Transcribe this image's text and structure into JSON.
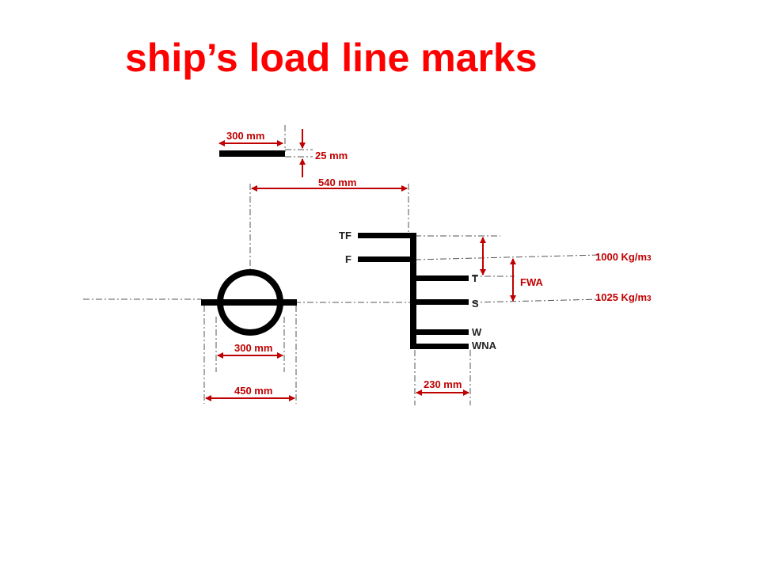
{
  "title": "ship’s load line marks",
  "colors": {
    "title": "#ff0000",
    "dimension": "#c00000",
    "marks": "#000000",
    "guide": "#555555"
  },
  "dimensions": {
    "line_length": "300 mm",
    "line_thickness": "25 mm",
    "disc_to_marks": "540 mm",
    "ring_inner": "300 mm",
    "ring_outer": "450 mm",
    "mark_length": "230 mm",
    "fwa": "FWA"
  },
  "densities": {
    "fresh_water": {
      "value": "1000 Kg/m",
      "exponent": "3"
    },
    "salt_water": {
      "value": "1025 Kg/m",
      "exponent": "3"
    }
  },
  "marks": {
    "tf": "TF",
    "f": "F",
    "t": "T",
    "s": "S",
    "w": "W",
    "wna": "WNA"
  }
}
